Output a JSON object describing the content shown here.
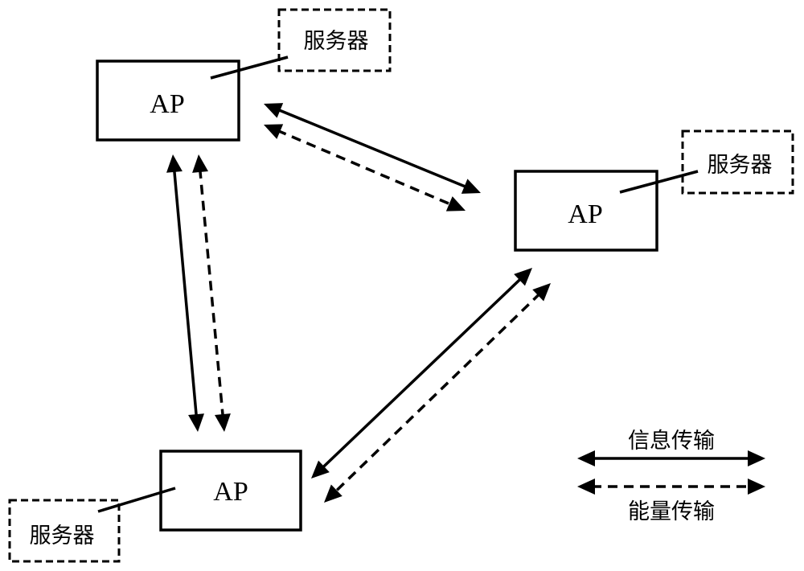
{
  "diagram": {
    "nodes": [
      {
        "id": "ap-top-left",
        "label": "AP",
        "server_label": "服务器"
      },
      {
        "id": "ap-right",
        "label": "AP",
        "server_label": "服务器"
      },
      {
        "id": "ap-bottom",
        "label": "AP",
        "server_label": "服务器"
      }
    ],
    "links": [
      {
        "from": "ap-top-left",
        "to": "ap-bottom",
        "types": [
          "information",
          "energy"
        ],
        "bidirectional": true
      },
      {
        "from": "ap-top-left",
        "to": "ap-right",
        "types": [
          "information",
          "energy"
        ],
        "bidirectional": true
      },
      {
        "from": "ap-right",
        "to": "ap-bottom",
        "types": [
          "information",
          "energy"
        ],
        "bidirectional": true
      }
    ],
    "legend": {
      "information": {
        "label": "信息传输",
        "style": "solid"
      },
      "energy": {
        "label": "能量传输",
        "style": "dashed"
      }
    },
    "colors": {
      "stroke": "#000000",
      "background": "#ffffff"
    }
  }
}
